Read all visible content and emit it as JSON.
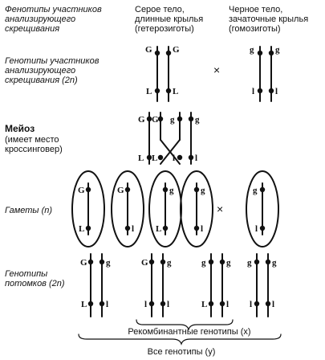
{
  "row_labels": {
    "parents_phenotype": "Фенотипы участников\nанализирующего\nскрещивания",
    "parents_genotype": "Генотипы участников\nанализирующего\nскрещивания (2n)",
    "meiosis_title": "Мейоз",
    "meiosis_note": "(имеет место\nкроссинговер)",
    "gametes": "Гаметы (n)",
    "offspring": "Генотипы\nпотомков (2n)"
  },
  "column_headers": {
    "heterozygous": "Серое тело,\nдлинные крылья\n(гетерозиготы)",
    "homozygous": "Черное тело,\nзачаточные крылья\n(гомозиготы)"
  },
  "cross_symbol": "×",
  "alleles": {
    "grey_body": "G",
    "black_body": "g",
    "long_wings": "L",
    "vestigial_wings": "l"
  },
  "brackets": {
    "recombinant": "Рекомбинантные генотипы (x)",
    "all": "Все генотипы (y)"
  }
}
